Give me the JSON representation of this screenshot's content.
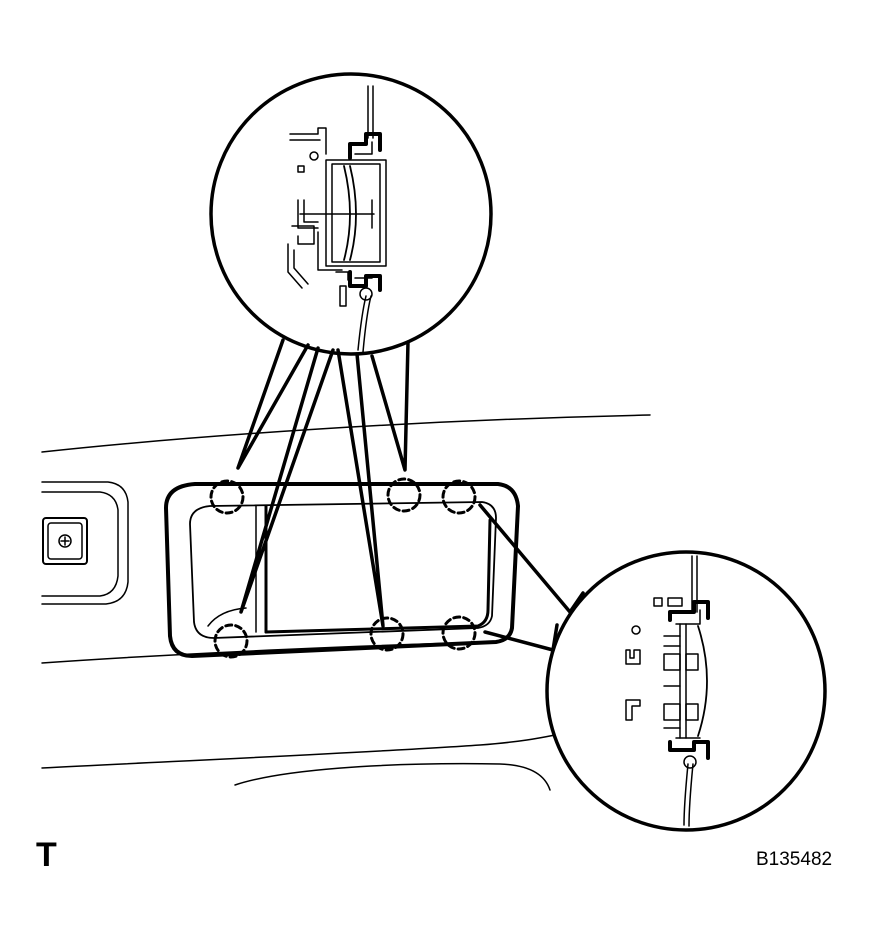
{
  "figure": {
    "corner_mark": "T",
    "figure_id": "B135482"
  },
  "clips": {
    "count": 6
  }
}
